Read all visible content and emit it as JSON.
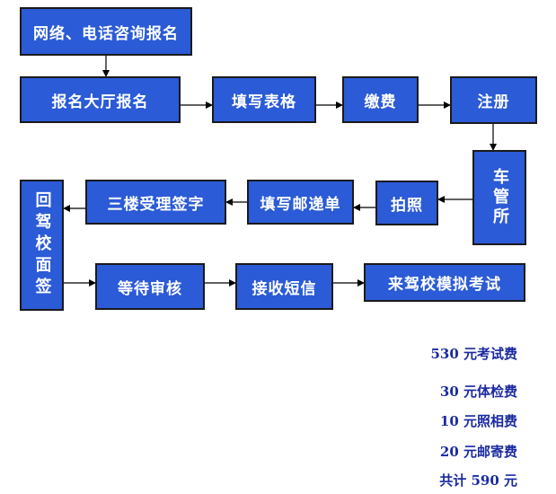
{
  "nodes": {
    "consult": "网络、电话咨询报名",
    "hall": "报名大厅报名",
    "form": "填写表格",
    "pay": "缴费",
    "register": "注册",
    "dmv": "车管所",
    "photo": "拍照",
    "mail_form": "填写邮递单",
    "sign3f": "三楼受理签字",
    "school_sign": "回驾校面签",
    "wait": "等待审核",
    "sms": "接收短信",
    "exam": "来驾校模拟考试"
  },
  "fees": {
    "exam_fee": "530 元考试费",
    "medical_fee": "30 元体检费",
    "photo_fee": "10 元照相费",
    "postage_fee": "20 元邮寄费",
    "total": "共计 590 元"
  },
  "colors": {
    "box_fill": "#2b5bd6",
    "box_text": "#ffffff",
    "fee_text": "#1a2aa0"
  }
}
